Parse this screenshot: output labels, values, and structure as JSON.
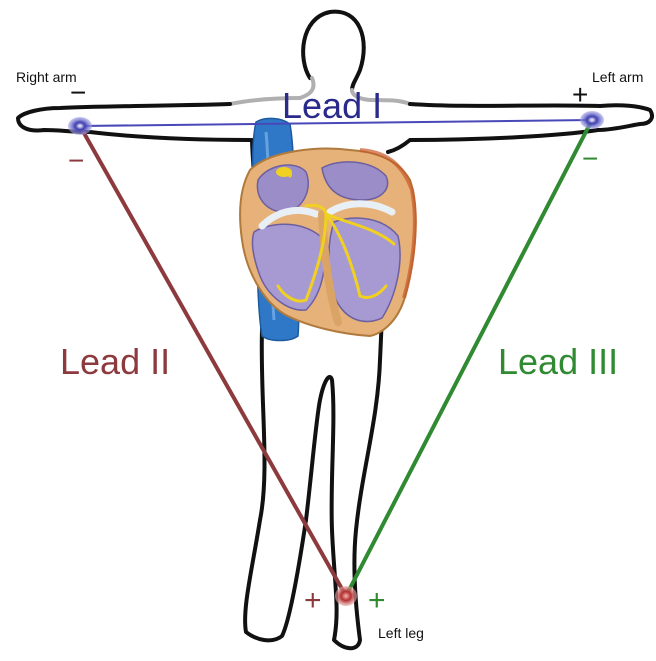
{
  "labels": {
    "right_arm": "Right arm",
    "left_arm": "Left arm",
    "left_leg": "Left leg",
    "lead_1": "Lead I",
    "lead_2": "Lead II",
    "lead_3": "Lead III"
  },
  "polarity": {
    "right_arm_top": "−",
    "right_arm_bottom": "−",
    "left_arm_top": "+",
    "left_arm_bottom": "−",
    "left_leg_left": "+",
    "left_leg_right": "+"
  },
  "colors": {
    "lead_1": "#2a2a8c",
    "lead_2": "#8c3a3e",
    "lead_3": "#2f8a32",
    "electrode": "#5a5ac8",
    "leg_electrode": "#b03030",
    "body_outline": "#111111",
    "vessel": "#2f78c8",
    "heart_tissue": "#e6b27a",
    "heart_chamber": "#9b8ec8",
    "conduction": "#f0d020"
  }
}
